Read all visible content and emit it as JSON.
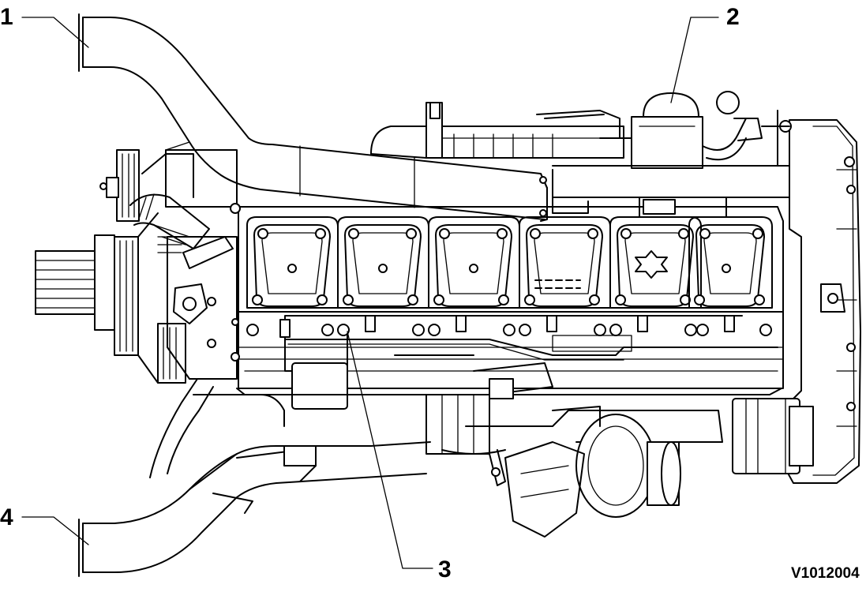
{
  "callouts": [
    {
      "id": "1",
      "label": "1"
    },
    {
      "id": "2",
      "label": "2"
    },
    {
      "id": "3",
      "label": "3"
    },
    {
      "id": "4",
      "label": "4"
    }
  ],
  "reference_code": "V1012004",
  "colors": {
    "line": "#000000",
    "background": "#ffffff"
  }
}
